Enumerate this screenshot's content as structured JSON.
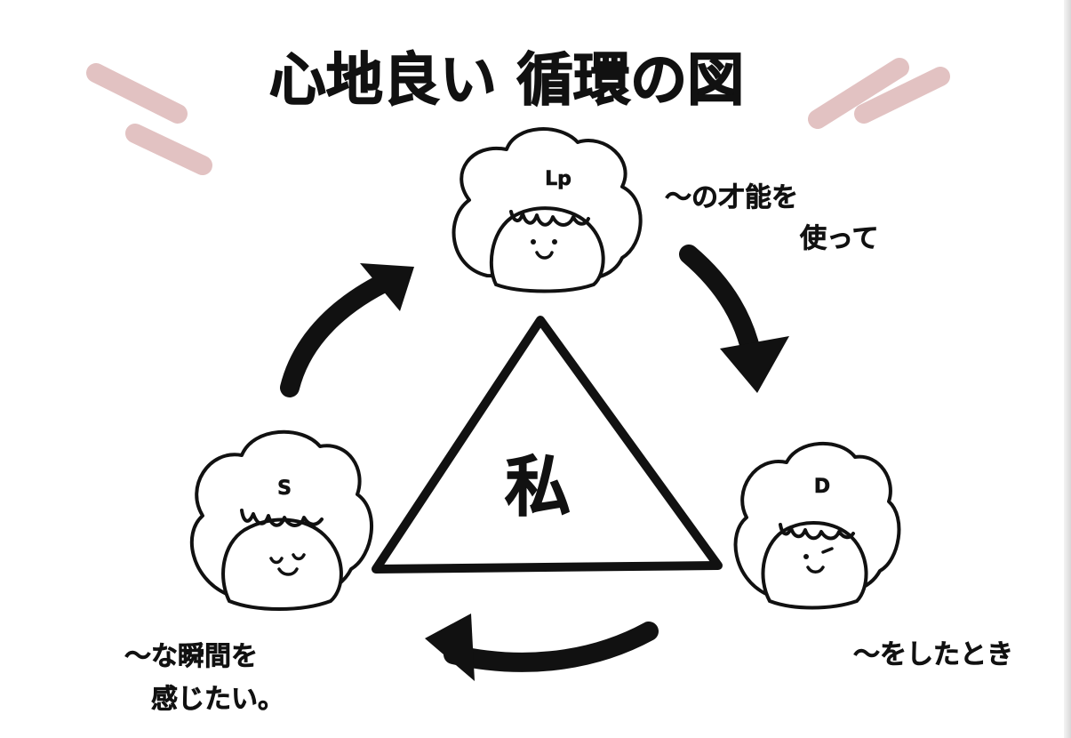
{
  "title": "心地良い 循環の図",
  "center": {
    "label": "私"
  },
  "characters": {
    "top": {
      "letter": "Lp"
    },
    "bottom_left": {
      "letter": "S"
    },
    "bottom_right": {
      "letter": "D"
    }
  },
  "captions": {
    "top_right": {
      "line1": "〜の才能を",
      "line2": "使って"
    },
    "bottom_right": {
      "line1": "〜をしたとき"
    },
    "bottom_left": {
      "line1": "〜な瞬間を",
      "line2": "感じたい。"
    }
  },
  "colors": {
    "ink": "#111111",
    "accent_strokes": "#e2c2c2",
    "background": "#ffffff"
  }
}
